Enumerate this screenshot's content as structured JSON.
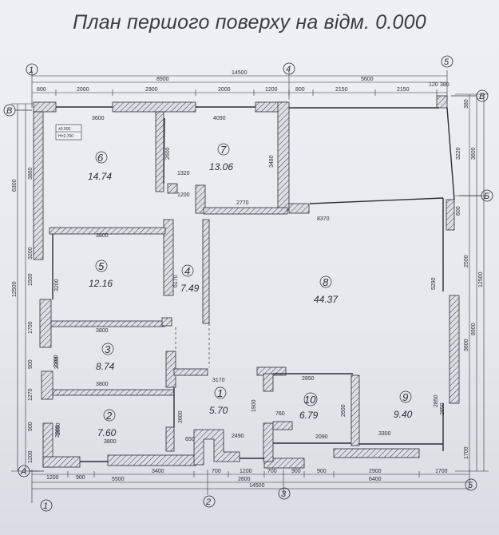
{
  "title": "План першого поверху на відм. 0.000",
  "axes": {
    "top": [
      "1",
      "4",
      "5"
    ],
    "bottom": [
      "1",
      "2",
      "3",
      "5"
    ],
    "left": [
      "В",
      "А"
    ],
    "right": [
      "В",
      "Б"
    ]
  },
  "top_dims": {
    "overall": "14500",
    "segment_a": "8900",
    "segment_b": "5600",
    "row": [
      "800",
      "2000",
      "2900",
      "2000",
      "1200",
      "800",
      "2150",
      "2150",
      "120",
      "380"
    ]
  },
  "bottom_dims": {
    "row": [
      "1200",
      "900",
      "3400",
      "700",
      "1200",
      "700",
      "900",
      "900",
      "2900",
      "1700"
    ],
    "segment_a": "5500",
    "segment_b": "2600",
    "segment_c": "6400",
    "overall": "14500"
  },
  "left_dims": {
    "top": "6300",
    "row": [
      "3880",
      "3200",
      "1500",
      "1700",
      "900",
      "2300",
      "1270",
      "900",
      "2000",
      "1200"
    ],
    "overall": "12500"
  },
  "right_dims": {
    "row": [
      "380",
      "3220",
      "600",
      "2500",
      "3600",
      "2850",
      "1700"
    ],
    "span_a": "3600",
    "span_b": "8900",
    "overall": "12500"
  },
  "inner_dims": [
    "3600",
    "4090",
    "2600",
    "3480",
    "1320",
    "1200",
    "2770",
    "8370",
    "3800",
    "3200",
    "6170",
    "5290",
    "3800",
    "2300",
    "3800",
    "3170",
    "2850",
    "2600",
    "2490",
    "1900",
    "760",
    "2600",
    "2090",
    "2850",
    "3300",
    "2000",
    "650",
    "3800"
  ],
  "level_mark": {
    "elevation": "±0.000",
    "height": "H=2.700"
  },
  "rooms": [
    {
      "num": "6",
      "area": "14.74"
    },
    {
      "num": "7",
      "area": "13.06"
    },
    {
      "num": "5",
      "area": "12.16"
    },
    {
      "num": "4",
      "area": "7.49"
    },
    {
      "num": "8",
      "area": "44.37"
    },
    {
      "num": "3",
      "area": "8.74"
    },
    {
      "num": "1",
      "area": "5.70"
    },
    {
      "num": "10",
      "area": "6.79"
    },
    {
      "num": "9",
      "area": "9.40"
    },
    {
      "num": "2",
      "area": "7.60"
    }
  ],
  "colors": {
    "line": "#2b2e35",
    "wall_fill": "#d8dae0",
    "paper": "#eef0f3"
  }
}
